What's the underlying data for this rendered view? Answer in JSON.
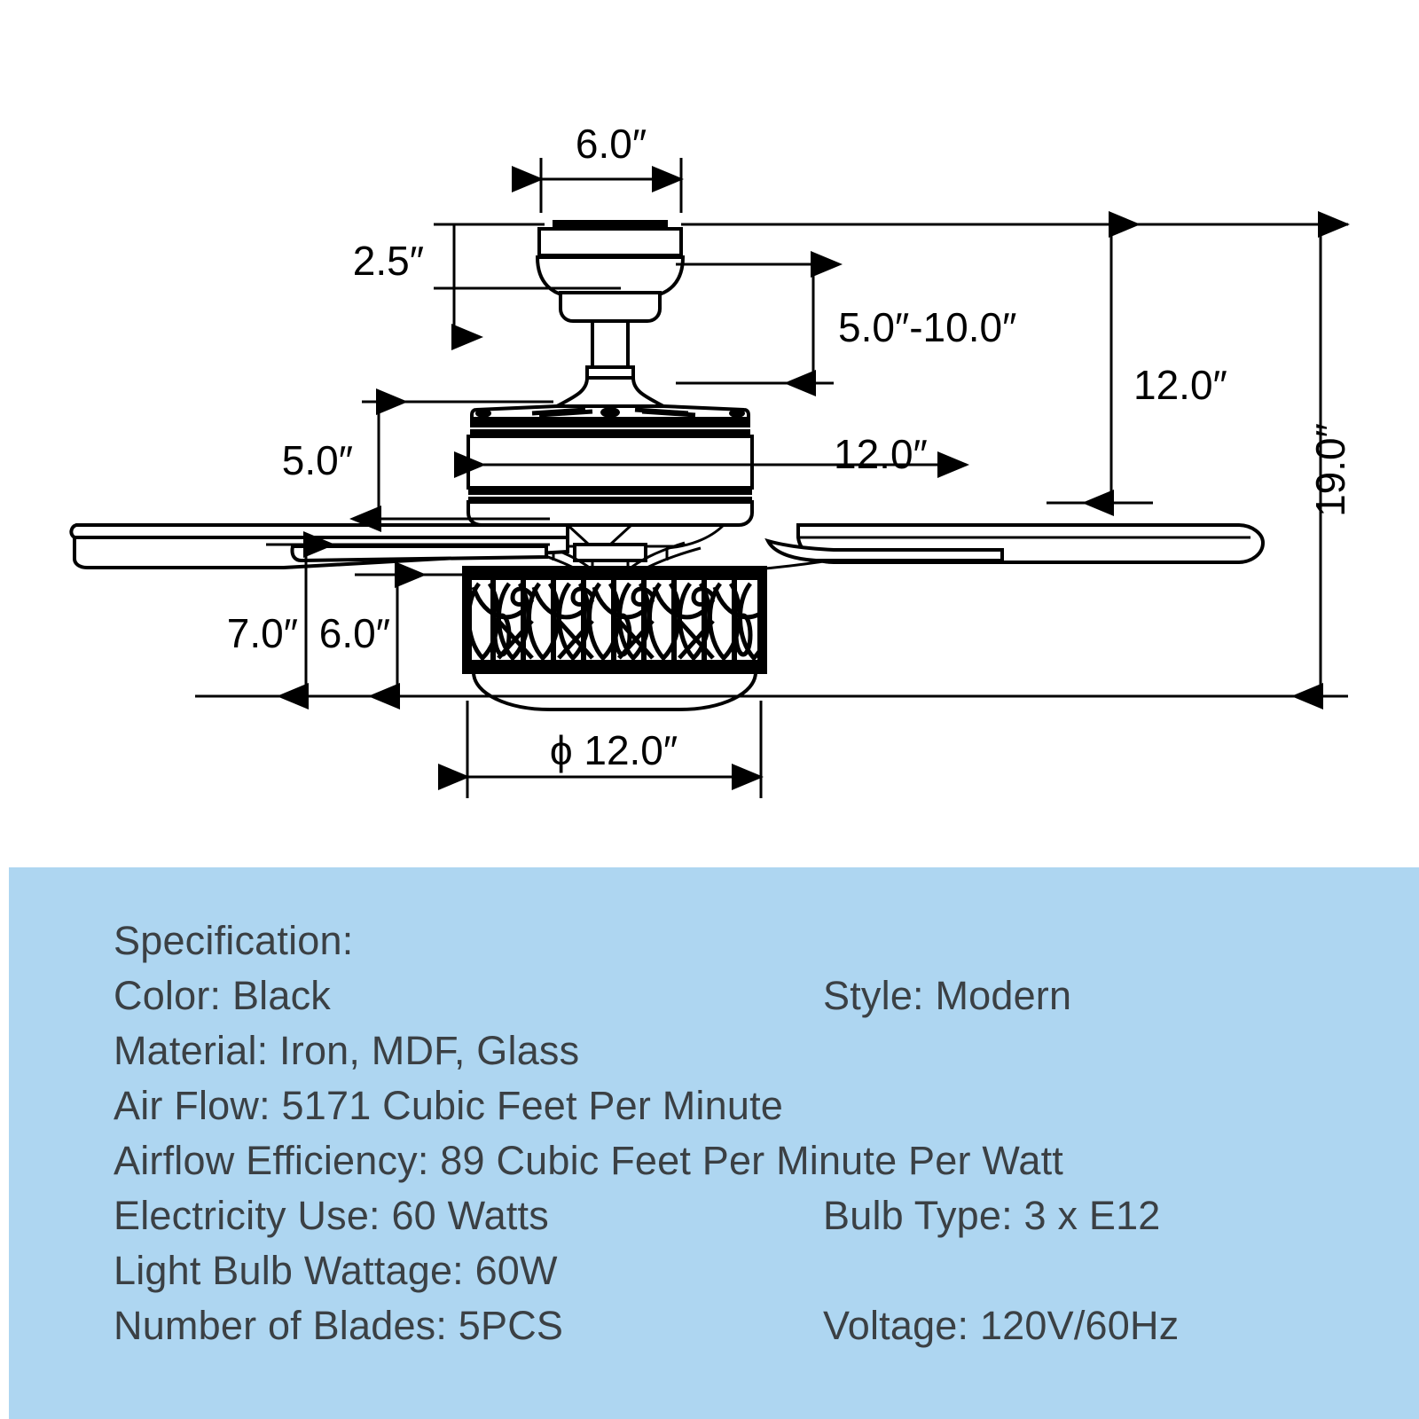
{
  "drawing": {
    "title": "ceiling-fan-dimension-drawing",
    "dimensions": {
      "canopy_width": "6.0″",
      "canopy_height": "2.5″",
      "downrod_length": "5.0″-10.0″",
      "motor_height": "5.0″",
      "motor_width": "12.0″",
      "ceiling_to_blade": "12.0″",
      "blade_to_bottom": "7.0″",
      "shade_height": "6.0″",
      "shade_diameter": "ϕ 12.0″",
      "overall_height": "19.0″"
    }
  },
  "spec_panel": {
    "heading": "Specification:",
    "rows": [
      {
        "left": "Color: Black",
        "right": "Style: Modern"
      },
      {
        "left": "Material: Iron, MDF, Glass",
        "right": ""
      },
      {
        "left": "Air Flow: 5171 Cubic Feet Per Minute",
        "right": ""
      },
      {
        "left": "Airflow Efficiency: 89 Cubic Feet Per Minute Per Watt",
        "right": ""
      },
      {
        "left": "Electricity Use: 60 Watts",
        "right": "Bulb Type: 3 x E12"
      },
      {
        "left": "Light Bulb Wattage: 60W",
        "right": ""
      },
      {
        "left": "Number of Blades: 5PCS",
        "right": "Voltage: 120V/60Hz"
      }
    ],
    "background_color": "#aed6f1",
    "text_color": "#3b4044"
  }
}
